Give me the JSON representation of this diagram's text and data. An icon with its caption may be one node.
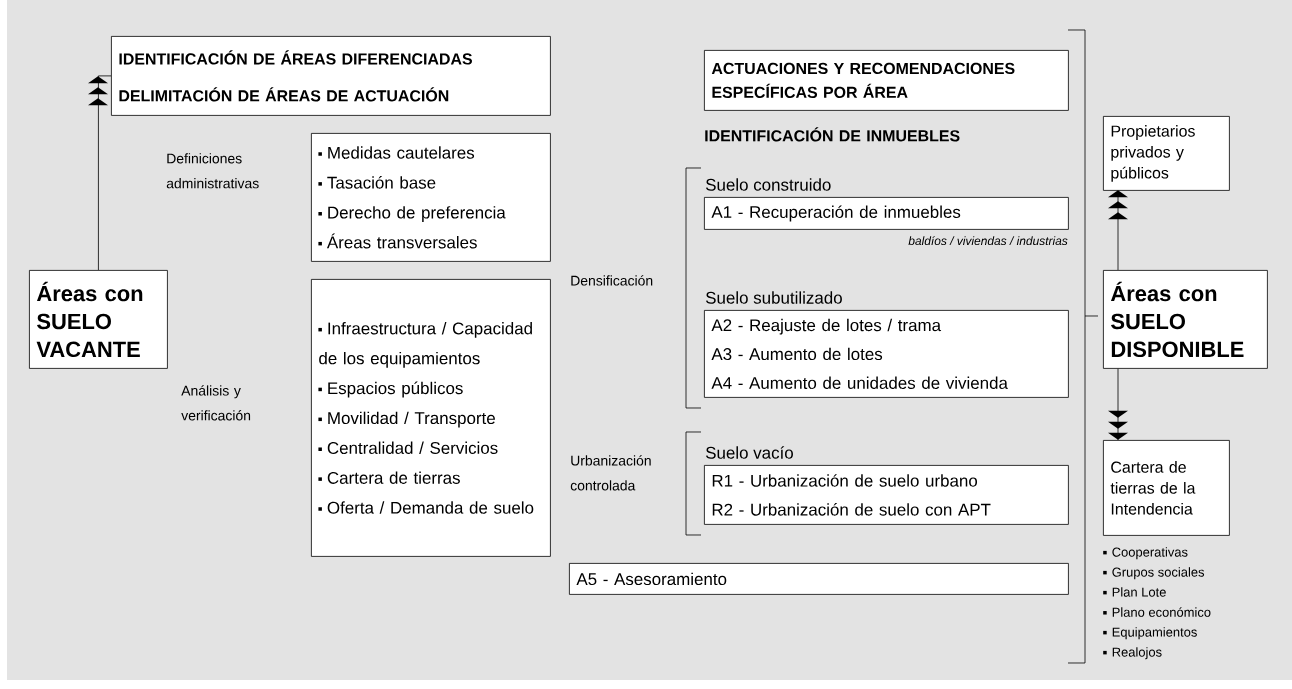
{
  "diagram": {
    "nodes": [
      {
        "text": [
          "Áreas con SUELO VACANTE"
        ]
      },
      {
        "text": [
          "IDENTIFICACIÓN DE ÁREAS DIFERENCIADAS",
          "DELIMITACIÓN DE ÁREAS DE ACTUACIÓN"
        ]
      },
      {
        "text": [
          "Medidas cautelares",
          "Tasación base",
          "Derecho de preferencia",
          "Áreas transversales"
        ]
      },
      {
        "text": [
          "Infraestructura / Capacidad de los equipamientos",
          "Espacios públicos",
          "Movilidad / Transporte",
          "Centralidad / Servicios",
          "Cartera de tierras",
          "Oferta / Demanda de suelo"
        ]
      },
      {
        "text": [
          "ACTUACIONES Y RECOMENDACIONES ESPECÍFICAS POR ÁREA"
        ]
      },
      {
        "text": [
          "Suelo construido",
          "A1 - Recuperación de inmuebles"
        ],
        "beside": [
          "baldíos / viviendas / industrias"
        ]
      },
      {
        "text": [
          "Suelo subutilizado",
          "A2 - Reajuste de lotes / trama",
          "A3 - Aumento de lotes",
          "A4 - Aumento de unidades de vivienda"
        ]
      },
      {
        "text": [
          "Suelo vacío",
          "R1 - Urbanización de suelo urbano",
          "R2 - Urbanización de suelo con APT"
        ]
      },
      {
        "text": [
          "A5 - Asesoramiento"
        ]
      },
      {
        "text": [
          "Propietarios privados y públicos"
        ]
      },
      {
        "text": [
          "Áreas con SUELO DISPONIBLE"
        ]
      },
      {
        "text": [
          "Cartera de tierras de la Intendencia"
        ],
        "beside": [
          "Cooperativas",
          "Grupos sociales",
          "Plan Lote",
          "Plano económico",
          "Equipamientos",
          "Realojos"
        ]
      }
    ],
    "edges": [
      {
        "from": 0,
        "to": 1,
        "arrow": "to"
      },
      {
        "from": 10,
        "to": 9,
        "arrow": "to"
      },
      {
        "from": 10,
        "to": 11,
        "arrow": "to"
      }
    ],
    "labels": [
      "Definiciones administrativas",
      "IDENTIFICACIÓN DE INMUEBLES",
      "Densificación",
      "Análisis y verificación",
      "Urbanización controlada"
    ]
  }
}
